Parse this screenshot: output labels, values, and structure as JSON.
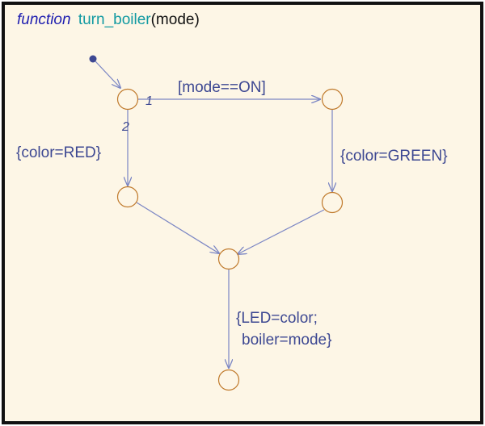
{
  "header": {
    "keyword": "function",
    "name": "turn_boiler",
    "args": "(mode)"
  },
  "transitions": {
    "order_1": "1",
    "order_2": "2",
    "condition_on": "[mode==ON]",
    "action_red": "{color=RED}",
    "action_green": "{color=GREEN}",
    "action_led_line1": "{LED=color;",
    "action_led_line2": "boiler=mode}"
  },
  "colors": {
    "background": "#fdf6e6",
    "border": "#111111",
    "junction": "#c07a2c",
    "transition": "#7b86c4",
    "label": "#3d4892",
    "default_dot": "#3d4892"
  }
}
